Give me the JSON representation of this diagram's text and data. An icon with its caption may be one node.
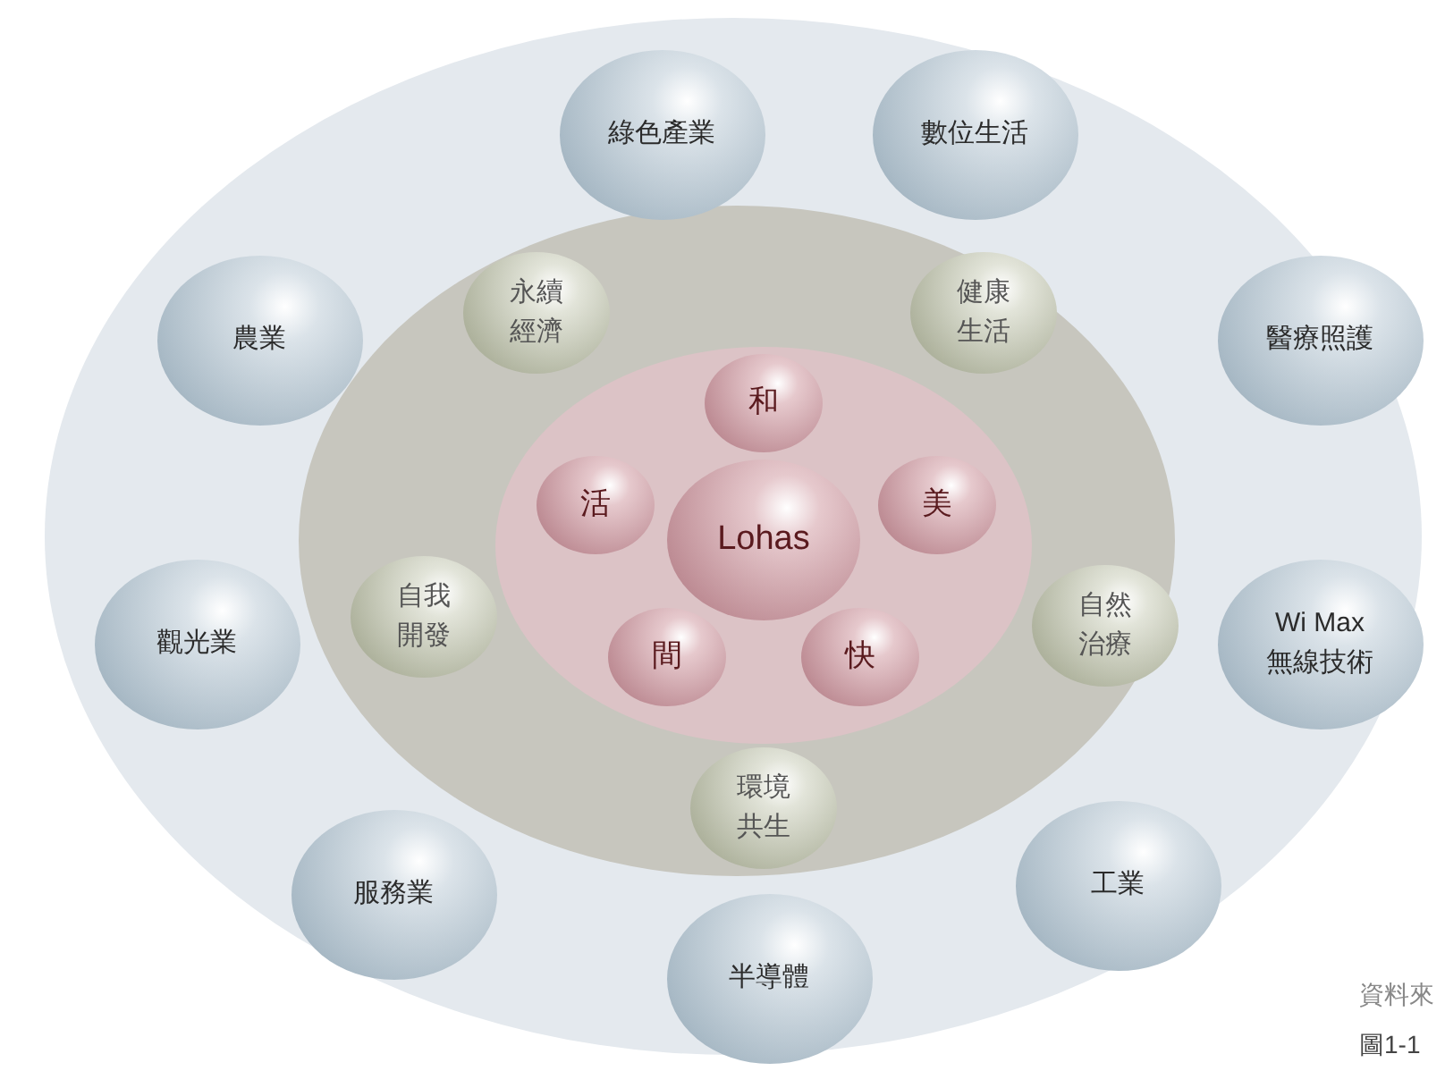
{
  "diagram": {
    "nodes": [
      {
        "text": [],
        "shape": "ellipse"
      },
      {
        "text": [],
        "shape": "ellipse",
        "in": 0
      },
      {
        "text": [],
        "shape": "ellipse",
        "in": 1
      },
      {
        "text": [
          "綠色產業"
        ],
        "in": 0
      },
      {
        "text": [
          "數位生活"
        ],
        "in": 0
      },
      {
        "text": [
          "農業"
        ],
        "in": 0
      },
      {
        "text": [
          "醫療照護"
        ],
        "in": 0
      },
      {
        "text": [
          "永續經濟"
        ],
        "in": 1
      },
      {
        "text": [
          "健康生活"
        ],
        "in": 1
      },
      {
        "text": [
          "和"
        ],
        "in": 2
      },
      {
        "text": [
          "活"
        ],
        "in": 2
      },
      {
        "text": [
          "Lohas"
        ],
        "in": 2
      },
      {
        "text": [
          "美"
        ],
        "in": 2
      },
      {
        "text": [
          "觀光業"
        ],
        "in": 0
      },
      {
        "text": [
          "自我開發"
        ],
        "in": 1
      },
      {
        "text": [
          "自然治療"
        ],
        "in": 1
      },
      {
        "text": [
          "Wi Max 無線技術"
        ],
        "in": 0
      },
      {
        "text": [
          "間"
        ],
        "in": 2
      },
      {
        "text": [
          "快"
        ],
        "in": 2
      },
      {
        "text": [
          "環境共生"
        ],
        "in": 1
      },
      {
        "text": [
          "服務業"
        ],
        "in": 0
      },
      {
        "text": [
          "工業"
        ],
        "in": 0
      },
      {
        "text": [
          "半導體"
        ],
        "in": 0
      }
    ],
    "edges": [],
    "labels": [
      "資料來",
      "圖1-1"
    ]
  }
}
